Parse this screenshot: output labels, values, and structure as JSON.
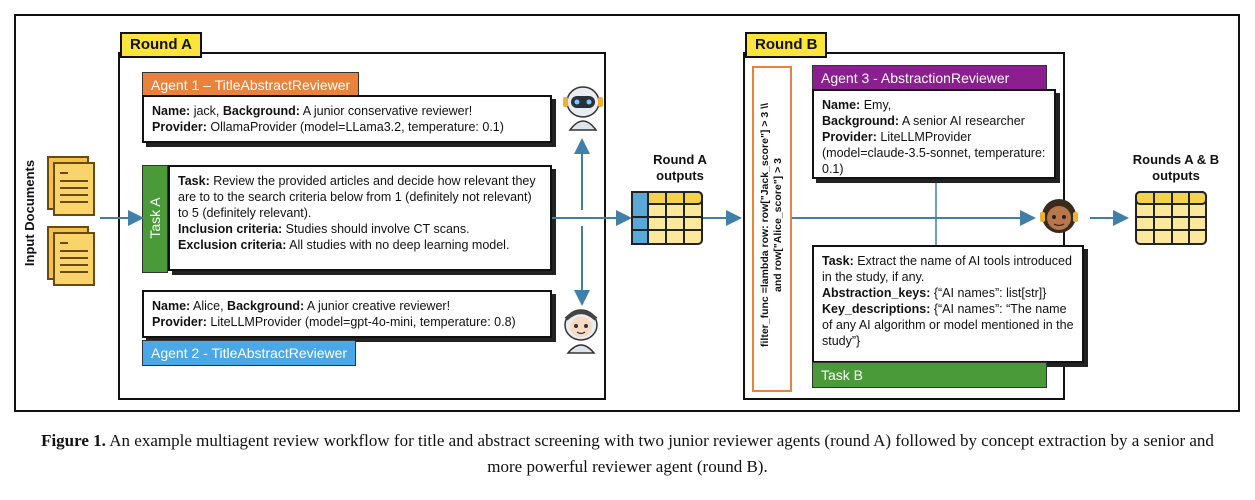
{
  "input_label": "Input Documents",
  "round_a": {
    "label": "Round A",
    "agent1": {
      "tab": "Agent 1 – TitleAbstractReviewer",
      "name_key": "Name:",
      "name_val": " jack, ",
      "bg_key": "Background:",
      "bg_val": " A junior conservative reviewer!",
      "prov_key": "Provider:",
      "prov_val": " OllamaProvider (model=LLama3.2, temperature: 0.1)"
    },
    "task": {
      "tab": "Task A",
      "task_key": "Task:",
      "task_val": " Review the provided articles and decide how relevant they are to to the search criteria below from 1 (definitely not relevant) to 5 (definitely relevant).",
      "incl_key": "Inclusion criteria:",
      "incl_val": " Studies should involve CT scans.",
      "excl_key": "Exclusion criteria:",
      "excl_val": " All studies with no deep learning model."
    },
    "agent2": {
      "tab": "Agent 2 - TitleAbstractReviewer",
      "name_key": "Name:",
      "name_val": " Alice, ",
      "bg_key": "Background:",
      "bg_val": " A junior creative reviewer!",
      "prov_key": "Provider:",
      "prov_val": " LiteLLMProvider (model=gpt-4o-mini, temperature: 0.8)"
    },
    "outputs_label": "Round A outputs"
  },
  "filter_text_line1": "filter_func =lambda row: row[\"Jack_score\"] > 3 \\\\",
  "filter_text_line2": "and row[\"Alice_score\"] > 3",
  "round_b": {
    "label": "Round B",
    "agent3": {
      "tab": "Agent 3 - AbstractionReviewer",
      "name_key": "Name:",
      "name_val": " Emy,",
      "bg_key": "Background:",
      "bg_val": " A senior AI researcher",
      "prov_key": "Provider:",
      "prov_val": " LiteLLMProvider (model=claude-3.5-sonnet, temperature: 0.1)"
    },
    "task": {
      "tab": "Task B",
      "task_key": "Task:",
      "task_val": " Extract the name of AI tools introduced in the study, if any.",
      "keys_key": "Abstraction_keys:",
      "keys_val": " {“AI names”: list[str]}",
      "desc_key": "Key_descriptions:",
      "desc_val": " {“AI names”: “The name of any AI algorithm or model mentioned in the study”}"
    },
    "outputs_label": "Rounds A & B outputs"
  },
  "caption": {
    "fig": "Figure 1.",
    "text": " An example multiagent review workflow for title and abstract screening with two junior reviewer agents (round A) followed by concept extraction by a senior and more powerful reviewer agent (round B)."
  },
  "colors": {
    "agent1": "#e8823c",
    "agent2": "#4aa8e8",
    "agent3": "#8b1f8f",
    "taskA": "#4b9a3a",
    "taskB": "#4b9a3a",
    "label": "#fde43b",
    "arrow": "#3f7fa8",
    "table_header": "#f6d24a",
    "table_body": "#fbe89a",
    "table_accent": "#5aa8d8",
    "filter_border": "#e8823c"
  },
  "icons": [
    "document-icon",
    "robot-icon",
    "avatar-icon",
    "table-icon"
  ]
}
